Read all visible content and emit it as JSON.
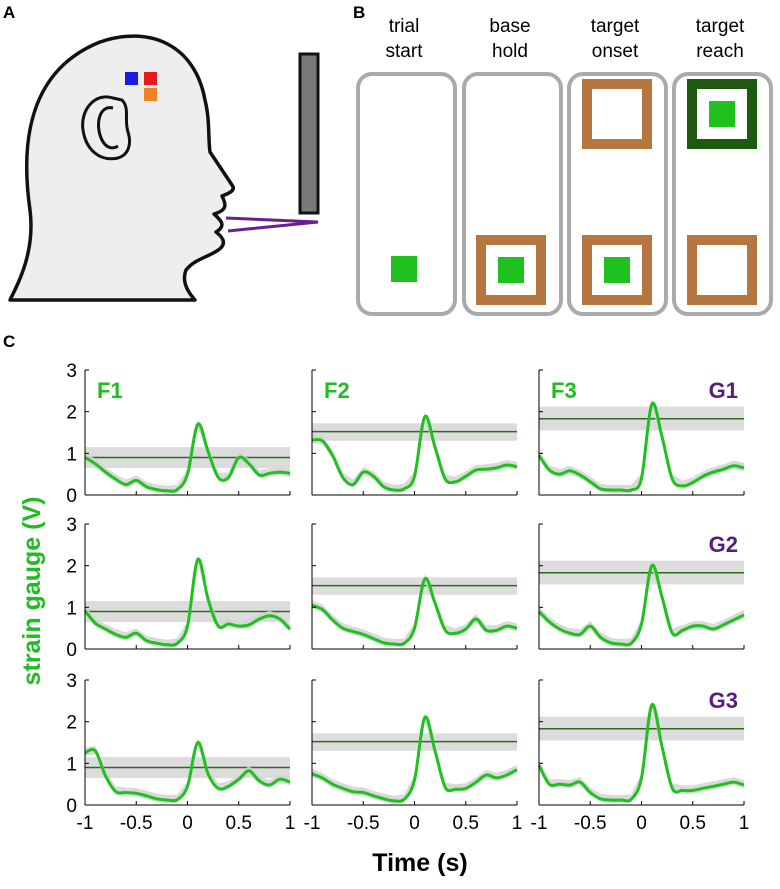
{
  "panel_labels": {
    "a": "A",
    "b": "B",
    "c": "C"
  },
  "colors": {
    "green": "#1ec11e",
    "dark_green": "#1f5a10",
    "orange_brown": "#b5773f",
    "purple": "#5a1a80",
    "grey_frame": "#aaaaaa",
    "electrode_blue": "#1a1ae6",
    "electrode_red": "#e61a1a",
    "electrode_orange": "#f08020"
  },
  "task_stages": [
    {
      "line1": "trial",
      "line2": "start",
      "base_target": "plain",
      "upper_target": "none"
    },
    {
      "line1": "base",
      "line2": "hold",
      "base_target": "active",
      "upper_target": "none"
    },
    {
      "line1": "target",
      "line2": "onset",
      "base_target": "active",
      "upper_target": "shown"
    },
    {
      "line1": "target",
      "line2": "reach",
      "base_target": "empty",
      "upper_target": "reached"
    }
  ],
  "chart_data": {
    "type": "line",
    "xlabel": "Time (s)",
    "ylabel": "strain gauge (V)",
    "xlim": [
      -1,
      1
    ],
    "ylim": [
      0,
      3
    ],
    "x_ticks": [
      "-1",
      "-0.5",
      "0",
      "0.5",
      "1"
    ],
    "y_ticks": [
      "0",
      "1",
      "2",
      "3"
    ],
    "column_labels": [
      "F1",
      "F2",
      "F3"
    ],
    "row_labels": [
      "G1",
      "G2",
      "G3"
    ],
    "x": [
      -1,
      -0.9,
      -0.8,
      -0.7,
      -0.6,
      -0.5,
      -0.4,
      -0.3,
      -0.2,
      -0.1,
      0,
      0.1,
      0.2,
      0.3,
      0.4,
      0.5,
      0.6,
      0.7,
      0.8,
      0.9,
      1
    ],
    "panels": [
      {
        "row": 0,
        "col": 0,
        "threshold": 0.9,
        "band": [
          0.65,
          1.15
        ],
        "values": [
          0.9,
          0.75,
          0.55,
          0.38,
          0.25,
          0.35,
          0.2,
          0.13,
          0.1,
          0.13,
          0.5,
          1.7,
          1.05,
          0.42,
          0.42,
          0.9,
          0.75,
          0.48,
          0.52,
          0.55,
          0.52
        ]
      },
      {
        "row": 0,
        "col": 1,
        "threshold": 1.52,
        "band": [
          1.3,
          1.72
        ],
        "values": [
          1.32,
          1.3,
          0.95,
          0.42,
          0.25,
          0.55,
          0.45,
          0.2,
          0.12,
          0.15,
          0.45,
          1.88,
          1.15,
          0.38,
          0.32,
          0.45,
          0.6,
          0.62,
          0.65,
          0.72,
          0.68
        ]
      },
      {
        "row": 0,
        "col": 2,
        "threshold": 1.83,
        "band": [
          1.55,
          2.12
        ],
        "values": [
          0.95,
          0.6,
          0.5,
          0.58,
          0.48,
          0.32,
          0.15,
          0.12,
          0.12,
          0.12,
          0.4,
          2.18,
          1.4,
          0.38,
          0.22,
          0.3,
          0.45,
          0.55,
          0.62,
          0.7,
          0.65
        ]
      },
      {
        "row": 1,
        "col": 0,
        "threshold": 0.9,
        "band": [
          0.65,
          1.15
        ],
        "values": [
          0.92,
          0.62,
          0.48,
          0.35,
          0.28,
          0.38,
          0.2,
          0.14,
          0.1,
          0.14,
          0.55,
          2.15,
          1.2,
          0.55,
          0.6,
          0.55,
          0.58,
          0.72,
          0.8,
          0.72,
          0.48
        ]
      },
      {
        "row": 1,
        "col": 1,
        "threshold": 1.52,
        "band": [
          1.3,
          1.72
        ],
        "values": [
          1.05,
          0.95,
          0.7,
          0.5,
          0.42,
          0.35,
          0.25,
          0.15,
          0.12,
          0.14,
          0.5,
          1.68,
          1.1,
          0.45,
          0.38,
          0.48,
          0.72,
          0.45,
          0.45,
          0.55,
          0.5
        ]
      },
      {
        "row": 1,
        "col": 2,
        "threshold": 1.83,
        "band": [
          1.55,
          2.12
        ],
        "values": [
          0.9,
          0.65,
          0.48,
          0.38,
          0.35,
          0.55,
          0.28,
          0.15,
          0.12,
          0.14,
          0.6,
          2.0,
          1.25,
          0.38,
          0.45,
          0.55,
          0.55,
          0.48,
          0.58,
          0.7,
          0.82
        ]
      },
      {
        "row": 2,
        "col": 0,
        "threshold": 0.9,
        "band": [
          0.65,
          1.15
        ],
        "values": [
          1.25,
          1.3,
          0.7,
          0.32,
          0.3,
          0.28,
          0.22,
          0.15,
          0.12,
          0.13,
          0.45,
          1.5,
          0.75,
          0.4,
          0.45,
          0.62,
          0.82,
          0.58,
          0.48,
          0.62,
          0.55
        ]
      },
      {
        "row": 2,
        "col": 1,
        "threshold": 1.52,
        "band": [
          1.3,
          1.72
        ],
        "values": [
          0.75,
          0.65,
          0.5,
          0.4,
          0.32,
          0.3,
          0.22,
          0.15,
          0.1,
          0.14,
          0.6,
          2.1,
          1.3,
          0.42,
          0.38,
          0.4,
          0.55,
          0.72,
          0.65,
          0.72,
          0.85
        ]
      },
      {
        "row": 2,
        "col": 2,
        "threshold": 1.83,
        "band": [
          1.55,
          2.12
        ],
        "values": [
          0.95,
          0.5,
          0.5,
          0.48,
          0.55,
          0.3,
          0.15,
          0.12,
          0.12,
          0.14,
          0.65,
          2.4,
          1.4,
          0.4,
          0.35,
          0.35,
          0.4,
          0.45,
          0.5,
          0.55,
          0.48
        ]
      }
    ]
  }
}
